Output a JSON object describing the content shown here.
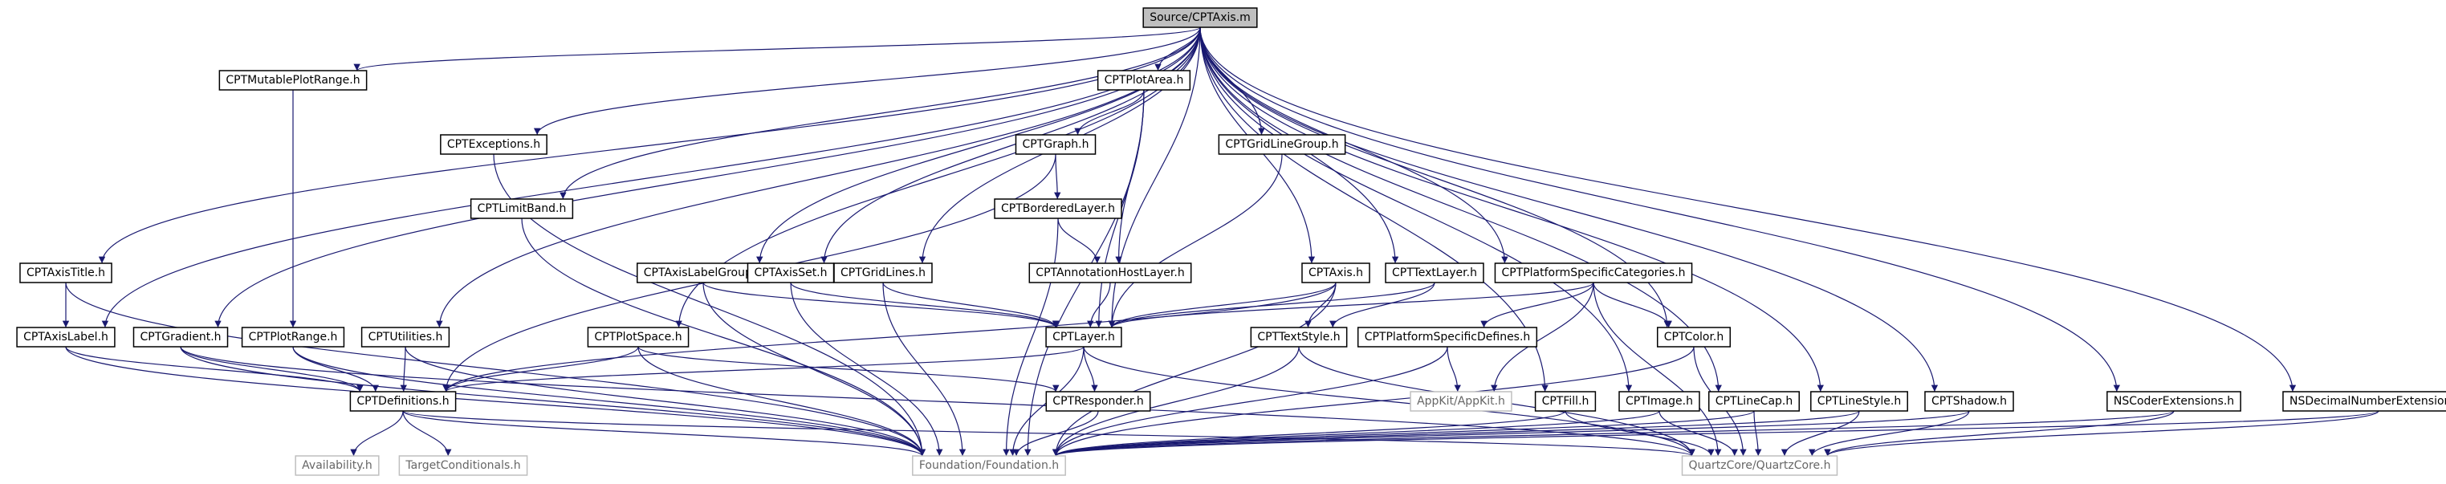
{
  "colors": {
    "edge": "#191970",
    "root_fill": "#bfbfbf",
    "external_border": "#bfbfbf",
    "node_border": "#000000",
    "background": "#ffffff"
  },
  "nodes": [
    {
      "id": "root",
      "label": "Source/CPTAxis.m",
      "kind": "root"
    },
    {
      "id": "mutable",
      "label": "CPTMutablePlotRange.h",
      "kind": "header"
    },
    {
      "id": "plotarea",
      "label": "CPTPlotArea.h",
      "kind": "header"
    },
    {
      "id": "exceptions",
      "label": "CPTExceptions.h",
      "kind": "header"
    },
    {
      "id": "graph",
      "label": "CPTGraph.h",
      "kind": "header"
    },
    {
      "id": "gridlinegroup",
      "label": "CPTGridLineGroup.h",
      "kind": "header"
    },
    {
      "id": "limitband",
      "label": "CPTLimitBand.h",
      "kind": "header"
    },
    {
      "id": "bordered",
      "label": "CPTBorderedLayer.h",
      "kind": "header"
    },
    {
      "id": "axistitle",
      "label": "CPTAxisTitle.h",
      "kind": "header"
    },
    {
      "id": "axislabelgroup",
      "label": "CPTAxisLabelGroup.h",
      "kind": "header"
    },
    {
      "id": "axisset",
      "label": "CPTAxisSet.h",
      "kind": "header"
    },
    {
      "id": "gridlines",
      "label": "CPTGridLines.h",
      "kind": "header"
    },
    {
      "id": "annotation",
      "label": "CPTAnnotationHostLayer.h",
      "kind": "header"
    },
    {
      "id": "axis",
      "label": "CPTAxis.h",
      "kind": "header"
    },
    {
      "id": "textlayer",
      "label": "CPTTextLayer.h",
      "kind": "header"
    },
    {
      "id": "platcats",
      "label": "CPTPlatformSpecificCategories.h",
      "kind": "header"
    },
    {
      "id": "axislabel",
      "label": "CPTAxisLabel.h",
      "kind": "header"
    },
    {
      "id": "gradient",
      "label": "CPTGradient.h",
      "kind": "header"
    },
    {
      "id": "plotrange",
      "label": "CPTPlotRange.h",
      "kind": "header"
    },
    {
      "id": "utilities",
      "label": "CPTUtilities.h",
      "kind": "header"
    },
    {
      "id": "plotspace",
      "label": "CPTPlotSpace.h",
      "kind": "header"
    },
    {
      "id": "layer",
      "label": "CPTLayer.h",
      "kind": "header"
    },
    {
      "id": "textstyle",
      "label": "CPTTextStyle.h",
      "kind": "header"
    },
    {
      "id": "platdefs",
      "label": "CPTPlatformSpecificDefines.h",
      "kind": "header"
    },
    {
      "id": "color",
      "label": "CPTColor.h",
      "kind": "header"
    },
    {
      "id": "definitions",
      "label": "CPTDefinitions.h",
      "kind": "header"
    },
    {
      "id": "responder",
      "label": "CPTResponder.h",
      "kind": "header"
    },
    {
      "id": "appkit",
      "label": "AppKit/AppKit.h",
      "kind": "external"
    },
    {
      "id": "fill",
      "label": "CPTFill.h",
      "kind": "header"
    },
    {
      "id": "image",
      "label": "CPTImage.h",
      "kind": "header"
    },
    {
      "id": "linecap",
      "label": "CPTLineCap.h",
      "kind": "header"
    },
    {
      "id": "linestyle",
      "label": "CPTLineStyle.h",
      "kind": "header"
    },
    {
      "id": "shadow",
      "label": "CPTShadow.h",
      "kind": "header"
    },
    {
      "id": "nscoder",
      "label": "NSCoderExtensions.h",
      "kind": "header"
    },
    {
      "id": "nsdecimal",
      "label": "NSDecimalNumberExtensions.h",
      "kind": "header"
    },
    {
      "id": "availability",
      "label": "Availability.h",
      "kind": "external"
    },
    {
      "id": "targetcond",
      "label": "TargetConditionals.h",
      "kind": "external"
    },
    {
      "id": "foundation",
      "label": "Foundation/Foundation.h",
      "kind": "external"
    },
    {
      "id": "quartz",
      "label": "QuartzCore/QuartzCore.h",
      "kind": "external"
    }
  ],
  "edges": [
    [
      "root",
      "mutable"
    ],
    [
      "root",
      "plotarea"
    ],
    [
      "root",
      "exceptions"
    ],
    [
      "root",
      "gridlinegroup"
    ],
    [
      "root",
      "limitband"
    ],
    [
      "root",
      "axistitle"
    ],
    [
      "root",
      "axislabelgroup"
    ],
    [
      "root",
      "axisset"
    ],
    [
      "root",
      "gridlines"
    ],
    [
      "root",
      "axis"
    ],
    [
      "root",
      "textlayer"
    ],
    [
      "root",
      "platcats"
    ],
    [
      "root",
      "axislabel"
    ],
    [
      "root",
      "gradient"
    ],
    [
      "root",
      "utilities"
    ],
    [
      "root",
      "plotspace"
    ],
    [
      "root",
      "layer"
    ],
    [
      "root",
      "color"
    ],
    [
      "root",
      "fill"
    ],
    [
      "root",
      "image"
    ],
    [
      "root",
      "linecap"
    ],
    [
      "root",
      "linestyle"
    ],
    [
      "root",
      "shadow"
    ],
    [
      "root",
      "nscoder"
    ],
    [
      "root",
      "nsdecimal"
    ],
    [
      "mutable",
      "plotrange"
    ],
    [
      "plotarea",
      "graph"
    ],
    [
      "plotarea",
      "annotation"
    ],
    [
      "plotarea",
      "layer"
    ],
    [
      "plotarea",
      "foundation"
    ],
    [
      "exceptions",
      "foundation"
    ],
    [
      "graph",
      "bordered"
    ],
    [
      "graph",
      "definitions"
    ],
    [
      "gridlinegroup",
      "layer"
    ],
    [
      "limitband",
      "foundation"
    ],
    [
      "bordered",
      "annotation"
    ],
    [
      "bordered",
      "foundation"
    ],
    [
      "axistitle",
      "axislabel"
    ],
    [
      "axistitle",
      "foundation"
    ],
    [
      "axislabelgroup",
      "layer"
    ],
    [
      "axislabelgroup",
      "foundation"
    ],
    [
      "axisset",
      "layer"
    ],
    [
      "axisset",
      "foundation"
    ],
    [
      "gridlines",
      "layer"
    ],
    [
      "gridlines",
      "foundation"
    ],
    [
      "annotation",
      "layer"
    ],
    [
      "axis",
      "layer"
    ],
    [
      "axis",
      "textstyle"
    ],
    [
      "axis",
      "definitions"
    ],
    [
      "axis",
      "foundation"
    ],
    [
      "textlayer",
      "layer"
    ],
    [
      "textlayer",
      "textstyle"
    ],
    [
      "platcats",
      "layer"
    ],
    [
      "platcats",
      "platdefs"
    ],
    [
      "platcats",
      "color"
    ],
    [
      "platcats",
      "appkit"
    ],
    [
      "platcats",
      "quartz"
    ],
    [
      "axislabel",
      "definitions"
    ],
    [
      "axislabel",
      "foundation"
    ],
    [
      "gradient",
      "definitions"
    ],
    [
      "gradient",
      "foundation"
    ],
    [
      "gradient",
      "quartz"
    ],
    [
      "plotrange",
      "definitions"
    ],
    [
      "plotrange",
      "foundation"
    ],
    [
      "utilities",
      "definitions"
    ],
    [
      "utilities",
      "foundation"
    ],
    [
      "plotspace",
      "definitions"
    ],
    [
      "plotspace",
      "responder"
    ],
    [
      "plotspace",
      "foundation"
    ],
    [
      "layer",
      "definitions"
    ],
    [
      "layer",
      "responder"
    ],
    [
      "layer",
      "foundation"
    ],
    [
      "layer",
      "quartz"
    ],
    [
      "textstyle",
      "foundation"
    ],
    [
      "textstyle",
      "quartz"
    ],
    [
      "platdefs",
      "appkit"
    ],
    [
      "platdefs",
      "foundation"
    ],
    [
      "color",
      "foundation"
    ],
    [
      "color",
      "quartz"
    ],
    [
      "definitions",
      "availability"
    ],
    [
      "definitions",
      "targetcond"
    ],
    [
      "definitions",
      "foundation"
    ],
    [
      "definitions",
      "quartz"
    ],
    [
      "responder",
      "foundation"
    ],
    [
      "fill",
      "foundation"
    ],
    [
      "fill",
      "quartz"
    ],
    [
      "image",
      "foundation"
    ],
    [
      "image",
      "quartz"
    ],
    [
      "linecap",
      "foundation"
    ],
    [
      "linecap",
      "quartz"
    ],
    [
      "linestyle",
      "foundation"
    ],
    [
      "linestyle",
      "quartz"
    ],
    [
      "shadow",
      "foundation"
    ],
    [
      "shadow",
      "quartz"
    ],
    [
      "nscoder",
      "foundation"
    ],
    [
      "nscoder",
      "quartz"
    ],
    [
      "nsdecimal",
      "foundation"
    ],
    [
      "nsdecimal",
      "quartz"
    ]
  ]
}
